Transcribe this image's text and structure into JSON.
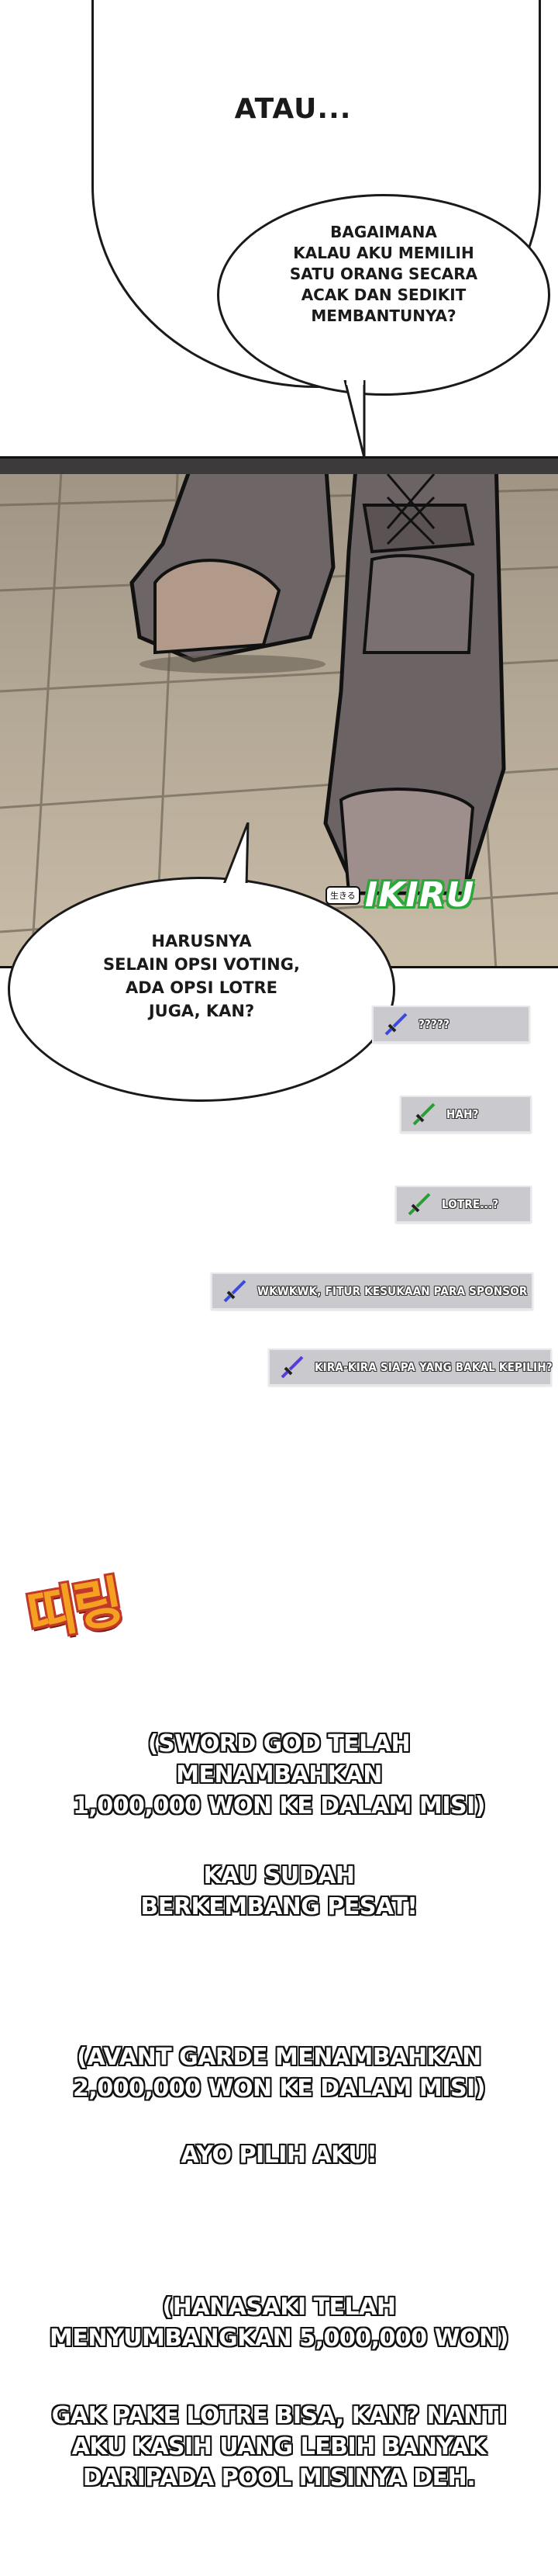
{
  "bubble_top": {
    "line_big": "ATAU...",
    "line_small": [
      "BAGAIMANA",
      "KALAU AKU MEMILIH",
      "SATU ORANG SECARA",
      "ACAK DAN SEDIKIT",
      "MEMBANTUNYA?"
    ]
  },
  "bubble_mid": {
    "lines": [
      "HARUSNYA",
      "SELAIN OPSI VOTING,",
      "ADA OPSI LOTRE",
      "JUGA, KAN?"
    ]
  },
  "watermark": {
    "badge": "生きる",
    "name": "IKIRU",
    "color": "#2aa839"
  },
  "chat": [
    {
      "text": "?????",
      "sword_color": "#3b4bd8"
    },
    {
      "text": "HAH?",
      "sword_color": "#2e9a3a"
    },
    {
      "text": "LOTRE...?",
      "sword_color": "#2e9a3a"
    },
    {
      "text": "WKWKWK, FITUR KESUKAAN PARA SPONSOR",
      "sword_color": "#3b4bd8"
    },
    {
      "text": "KIRA-KIRA SIAPA YANG BAKAL KEPILIH?",
      "sword_color": "#5a3bd8"
    }
  ],
  "sfx": {
    "text": "띠링",
    "color": "#f5a020"
  },
  "narration": [
    {
      "lines": [
        "(SWORD GOD TELAH MENAMBAHKAN",
        "1,000,000 WON KE DALAM MISI)"
      ]
    },
    {
      "lines": [
        "KAU SUDAH",
        "BERKEMBANG PESAT!"
      ]
    },
    {
      "lines": [
        "(AVANT GARDE MENAMBAHKAN",
        "2,000,000 WON KE DALAM MISI)"
      ]
    },
    {
      "lines": [
        "AYO PILIH AKU!"
      ]
    },
    {
      "lines": [
        "(HANASAKI  TELAH",
        "MENYUMBANGKAN 5,000,000 WON)"
      ]
    },
    {
      "lines": [
        "GAK PAKE LOTRE BISA, KAN? NANTI",
        "AKU KASIH UANG LEBIH BANYAK",
        "DARIPADA POOL MISINYA DEH."
      ]
    }
  ]
}
